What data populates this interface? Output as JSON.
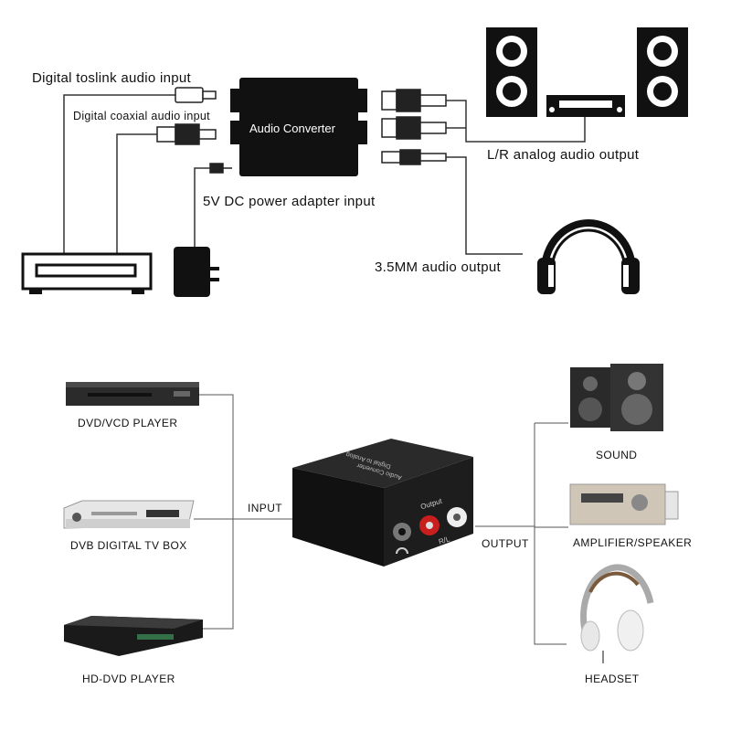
{
  "top_diagram": {
    "converter_label": "Audio Converter",
    "toslink_input": "Digital  toslink audio input",
    "coaxial_input": "Digital  coaxial audio input",
    "power_input": "5V DC power adapter input",
    "lr_output": "L/R analog audio output",
    "mm_output": "3.5MM audio output"
  },
  "bottom_diagram": {
    "input_label": "INPUT",
    "output_label": "OUTPUT",
    "sources": [
      {
        "label": "DVD/VCD PLAYER",
        "icon": "dvd-player-icon"
      },
      {
        "label": "DVB DIGITAL TV BOX",
        "icon": "tv-box-icon"
      },
      {
        "label": "HD-DVD PLAYER",
        "icon": "hd-dvd-player-icon"
      }
    ],
    "outputs": [
      {
        "label": "SOUND",
        "icon": "speakers-icon"
      },
      {
        "label": "AMPLIFIER/SPEAKER",
        "icon": "amplifier-icon"
      },
      {
        "label": "HEADSET",
        "icon": "headset-icon"
      }
    ],
    "device_top_text": [
      "Digital to Analog",
      "Audio Converter"
    ],
    "device_port_text": [
      "Output",
      "R/L"
    ]
  },
  "colors": {
    "line": "#555555",
    "device": "#1a1a1a",
    "red": "#c81e1e"
  }
}
